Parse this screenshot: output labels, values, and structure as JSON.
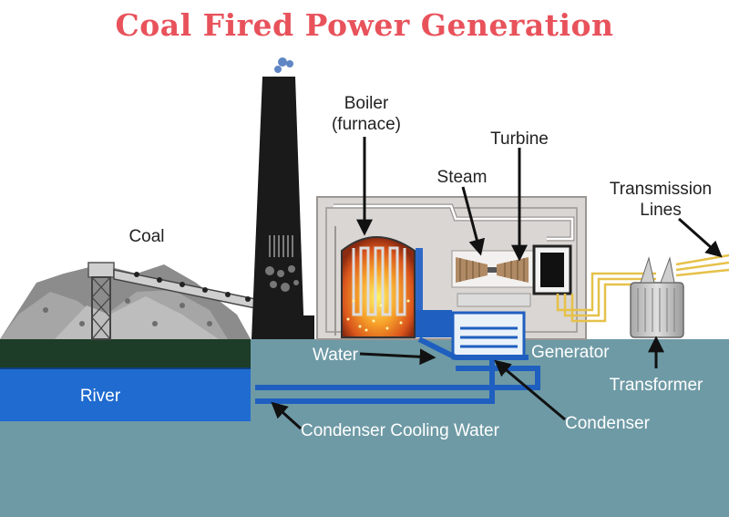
{
  "title": "Coal Fired Power Generation",
  "labels": {
    "coal": "Coal",
    "boiler_line1": "Boiler",
    "boiler_line2": "(furnace)",
    "turbine": "Turbine",
    "steam": "Steam",
    "transmission_line1": "Transmission",
    "transmission_line2": "Lines",
    "water": "Water",
    "generator": "Generator",
    "transformer": "Transformer",
    "river": "River",
    "condenser": "Condenser",
    "condenser_cooling_water": "Condenser Cooling Water"
  },
  "colors": {
    "title": "#e8525b",
    "ground": "#6e9aa5",
    "river": "#1f6bd0",
    "grass": "#1d3d28",
    "coal_pile": "#888888",
    "building": "#d9d6d3",
    "building_outline": "#9a9693",
    "chimney": "#1a1a1a",
    "pipe_blue": "#1f5fbf",
    "wire_gold": "#e6c14a"
  }
}
